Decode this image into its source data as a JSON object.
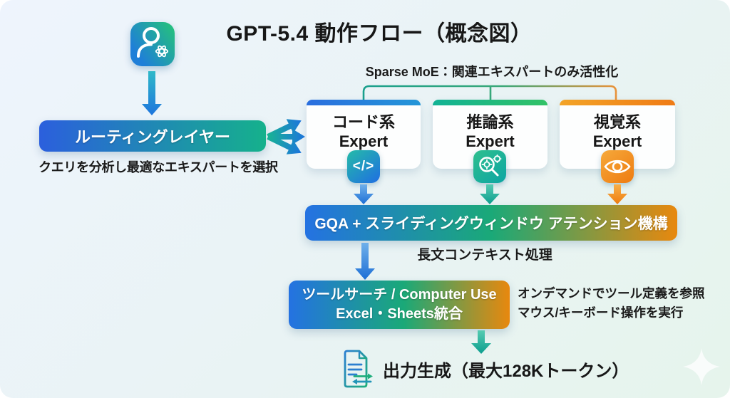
{
  "title": "GPT-5.4 動作フロー（概念図）",
  "source": {
    "icon": "user-openai-icon"
  },
  "routing": {
    "label": "ルーティングレイヤー",
    "caption": "クエリを分析し最適なエキスパートを選択"
  },
  "sparse_moe": {
    "label": "Sparse MoE：関連エキスパートのみ活性化"
  },
  "experts": [
    {
      "name": "コード系",
      "role": "Expert",
      "icon": "code-icon",
      "icon_glyph": "</>",
      "accent": "#2a6ede"
    },
    {
      "name": "推論系",
      "role": "Expert",
      "icon": "magnifier-gear-icon",
      "accent": "#12b295"
    },
    {
      "name": "視覚系",
      "role": "Expert",
      "icon": "eye-icon",
      "accent": "#f3921f"
    }
  ],
  "attention": {
    "label": "GQA + スライディングウィンドウ アテンション機構",
    "caption": "長文コンテキスト処理"
  },
  "tool_stage": {
    "line1": "ツールサーチ / Computer Use",
    "line2": "Excel・Sheets統合",
    "note_line1": "オンデマンドでツール定義を参照",
    "note_line2": "マウス/キーボード操作を実行"
  },
  "output_stage": {
    "label": "出力生成（最大128Kトークン）",
    "icon": "document-exchange-icon"
  },
  "colors": {
    "blue": "#2472e2",
    "teal": "#1aa978",
    "orange": "#e8880e",
    "routing_gradient_start": "#2b5fdd",
    "routing_gradient_end": "#15b18c",
    "background_start": "#eef4fd",
    "background_end": "#e6f4ec"
  }
}
